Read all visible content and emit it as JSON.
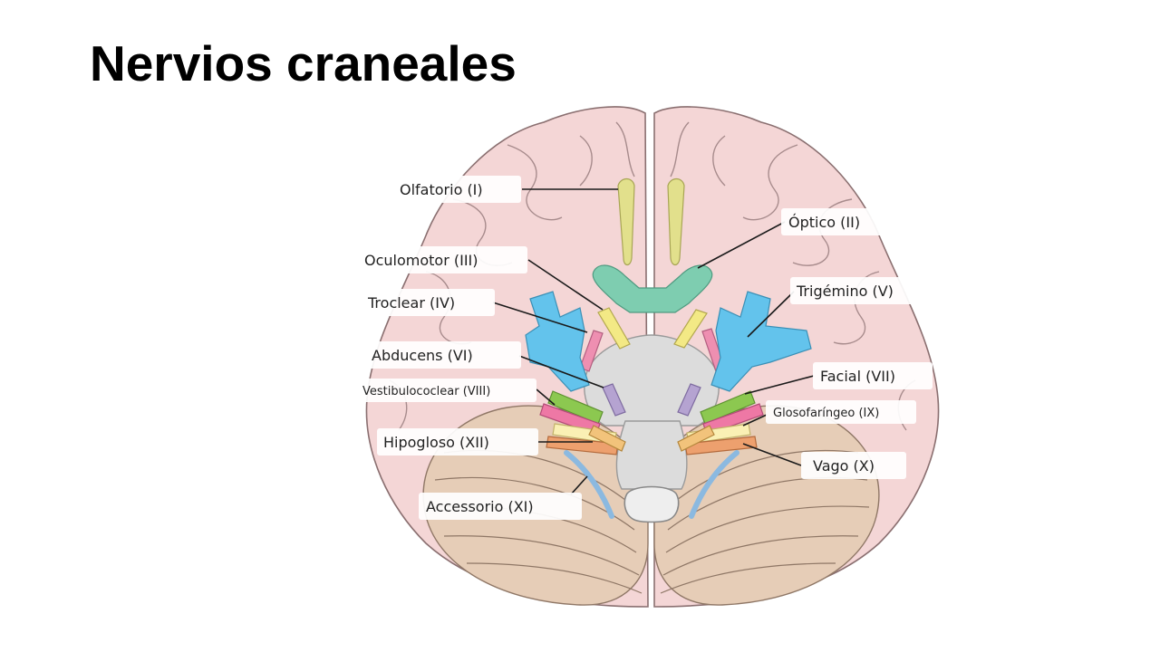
{
  "title": "Nervios craneales",
  "labels": {
    "olfatorio": "Olfatorio (I)",
    "optico": "Óptico (II)",
    "oculomotor": "Oculomotor (III)",
    "troclear": "Troclear (IV)",
    "trigemino": "Trigémino (V)",
    "abducens": "Abducens (VI)",
    "facial": "Facial (VII)",
    "vestibulococlear": "Vestibulococlear (VIII)",
    "glosofaringeo": "Glosofaríngeo (IX)",
    "hipogloso": "Hipogloso (XII)",
    "vago": "Vago (X)",
    "accessorio": "Accessorio (XI)"
  },
  "colors": {
    "brain": "#f4d6d6",
    "cerebellum": "#e6cdb7",
    "brainstem": "#dcdcdc",
    "olfactory": "#e2e08c",
    "optic": "#7ecdb0",
    "oculomotor": "#f3e985",
    "trochlear": "#ee8fb1",
    "trigeminal": "#63c3ec",
    "abducens": "#b5a3d1",
    "facial": "#8cc850",
    "vestibulocochlear": "#ee78a5",
    "glossopharyngeal": "#faf0b4",
    "vagus": "#eda06e",
    "accessory": "#8bb9e0",
    "hypoglossal": "#f2c37b"
  }
}
